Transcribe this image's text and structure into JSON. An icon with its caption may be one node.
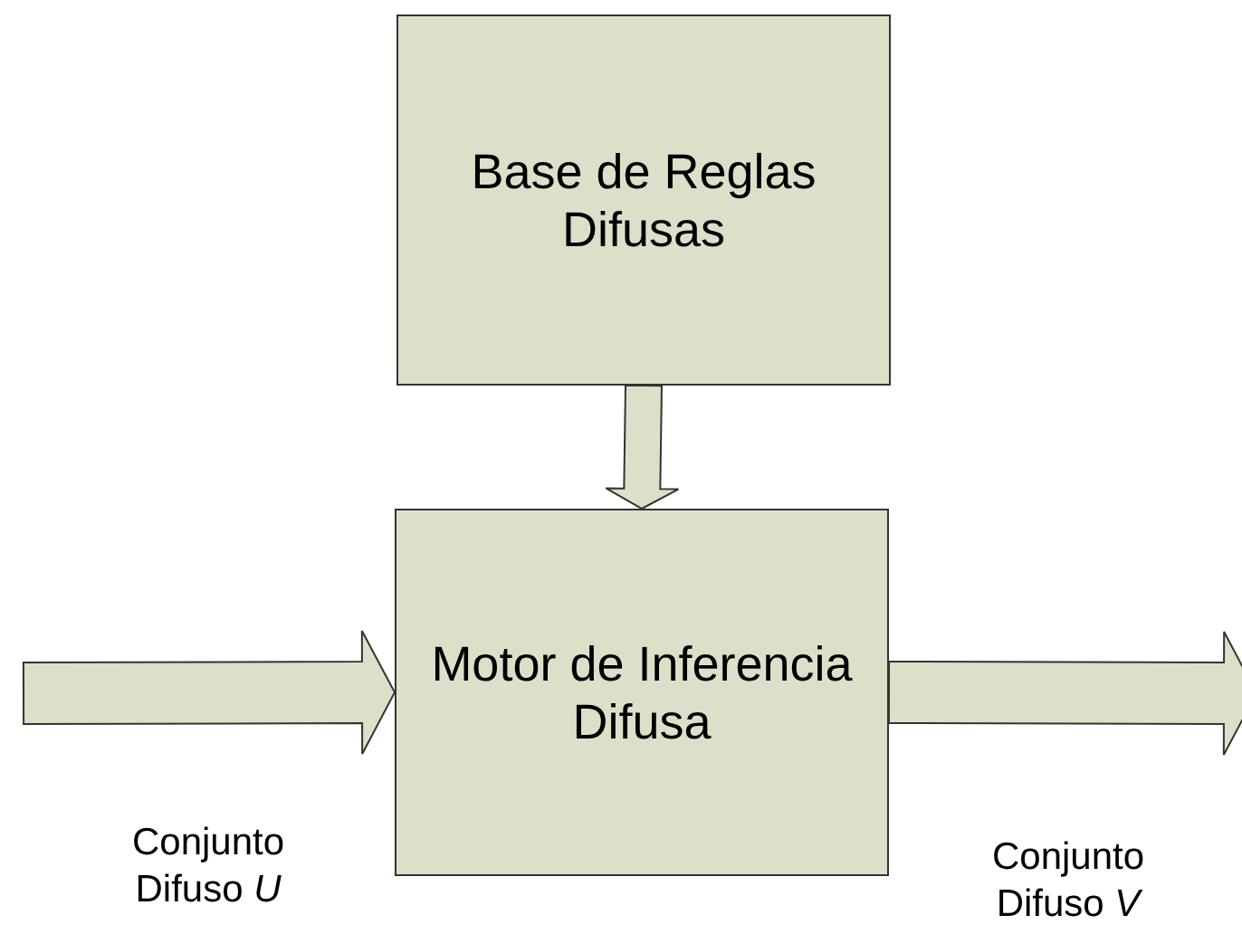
{
  "diagram": {
    "nodes": [
      {
        "text": [
          "Base de Reglas Difusas"
        ]
      },
      {
        "text": [
          "Motor de Inferencia Difusa"
        ]
      }
    ],
    "edges": [
      {
        "from": 0,
        "to": 1,
        "arrow": "to"
      },
      {
        "from": null,
        "to": 1,
        "arrow": "to"
      },
      {
        "from": 1,
        "to": null,
        "arrow": "to"
      }
    ],
    "labels": [
      "Conjunto Difuso *U*",
      "Conjunto Difuso *V*"
    ]
  }
}
